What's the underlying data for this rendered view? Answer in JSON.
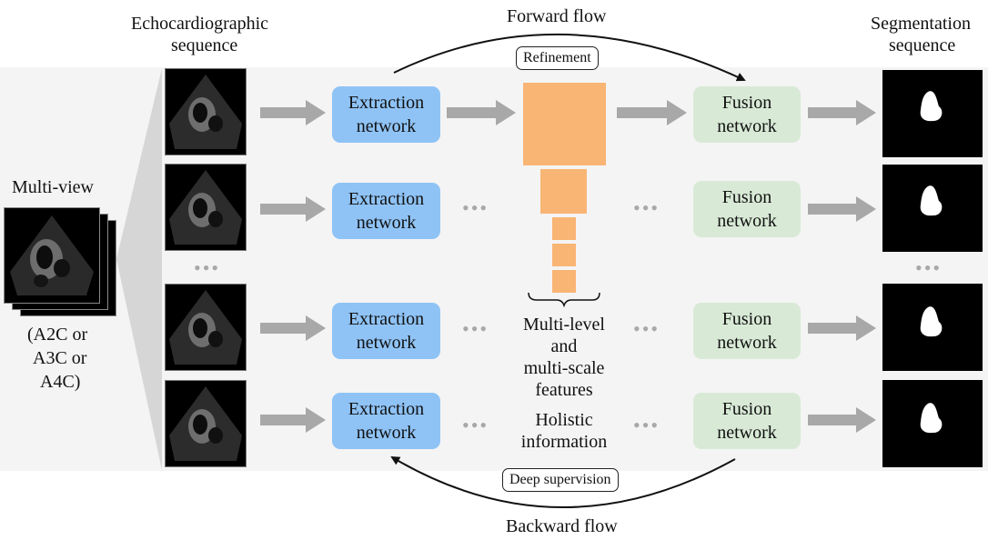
{
  "headings": {
    "echo_line1": "Echocardiographic",
    "echo_line2": "sequence",
    "seg_line1": "Segmentation",
    "seg_line2": "sequence",
    "forward": "Forward flow",
    "backward": "Backward flow"
  },
  "multiview": {
    "title": "Multi-view",
    "line1": "(A2C or",
    "line2": "A3C or",
    "line3": "A4C)"
  },
  "extraction_line1": "Extraction",
  "extraction_line2": "network",
  "fusion_line1": "Fusion",
  "fusion_line2": "network",
  "refinement": "Refinement",
  "deep_supervision": "Deep supervision",
  "features": {
    "line1": "Multi-level",
    "line2": "and",
    "line3": "multi-scale",
    "line4": "features"
  },
  "holistic": {
    "line1": "Holistic",
    "line2": "information"
  },
  "ellipsis": "•••",
  "colors": {
    "extraction": "#8fc3f6",
    "fusion": "#d8ead6",
    "features": "#f9b574",
    "arrow": "#a8a8a8",
    "panel": "#f4f4f4"
  }
}
